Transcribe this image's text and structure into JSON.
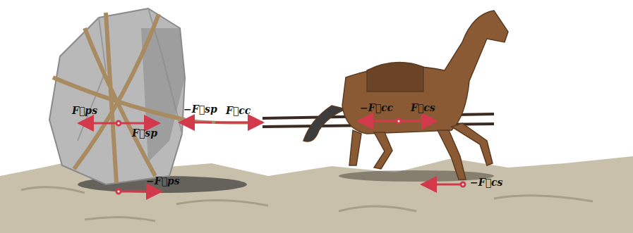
{
  "diagram": {
    "labels": [
      "F⃗ps",
      "−F⃗sp",
      "F⃗sp",
      "F⃗cc",
      "−F⃗cc",
      "F⃗cs",
      "−F⃗ps",
      "−F⃗cs"
    ]
  }
}
